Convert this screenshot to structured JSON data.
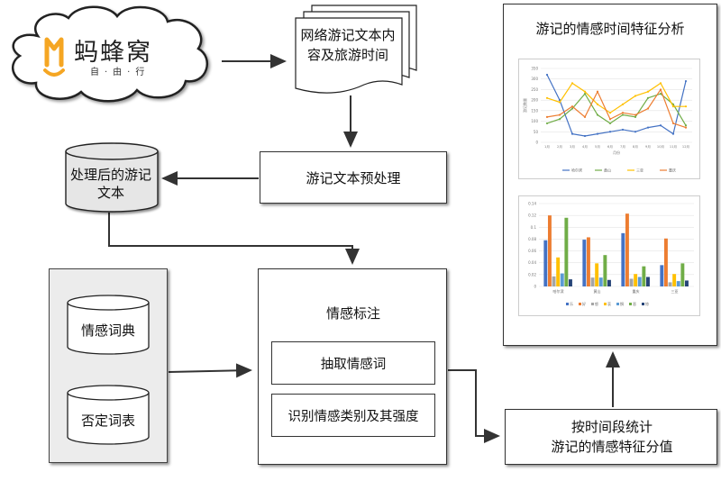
{
  "logo": {
    "brand": "蚂蜂窝",
    "tagline": "自·由·行",
    "brand_color": "#f5a623"
  },
  "documents": {
    "label": "网络游记文本内容及旅游时间"
  },
  "preprocess": {
    "label": "游记文本预处理"
  },
  "processed_db": {
    "label": "处理后的游记文本"
  },
  "lexicon_group": {
    "dict_label": "情感词典",
    "neg_label": "否定词表"
  },
  "annotation": {
    "title": "情感标注",
    "step1": "抽取情感词",
    "step2": "识别情感类别及其强度"
  },
  "stats": {
    "label_line1": "按时间段统计",
    "label_line2": "游记的情感特征分值"
  },
  "analysis_panel": {
    "title": "游记的情感时间特征分析"
  },
  "chart_data": [
    {
      "type": "line",
      "x": [
        "1月",
        "2月",
        "3月",
        "4月",
        "5月",
        "6月",
        "7月",
        "8月",
        "9月",
        "10月",
        "11月",
        "12月"
      ],
      "xlabel": "月份",
      "ylabel": "游记数量",
      "ylim": [
        0,
        350
      ],
      "yticks": [
        "0",
        "50",
        "100",
        "150",
        "200",
        "250",
        "300",
        "350"
      ],
      "series": [
        {
          "name": "哈尔滨",
          "color": "#4472c4",
          "values": [
            320,
            200,
            40,
            30,
            40,
            50,
            60,
            50,
            70,
            80,
            40,
            290
          ]
        },
        {
          "name": "黄山",
          "color": "#70ad47",
          "values": [
            90,
            110,
            160,
            230,
            130,
            90,
            130,
            120,
            210,
            230,
            180,
            80
          ]
        },
        {
          "name": "三亚",
          "color": "#ffc000",
          "values": [
            210,
            190,
            280,
            240,
            180,
            140,
            180,
            220,
            240,
            280,
            170,
            170
          ]
        },
        {
          "name": "重庆",
          "color": "#ed7d31",
          "values": [
            120,
            130,
            170,
            120,
            240,
            110,
            140,
            130,
            160,
            250,
            90,
            70
          ]
        }
      ]
    },
    {
      "type": "bar",
      "categories": [
        "哈尔滨",
        "黄山",
        "重庆",
        "三亚"
      ],
      "ylim": [
        0,
        0.14
      ],
      "yticks": [
        "0",
        "0.02",
        "0.04",
        "0.06",
        "0.08",
        "0.1",
        "0.12",
        "0.14"
      ],
      "series": [
        {
          "name": "乐",
          "color": "#4472c4",
          "values": [
            0.078,
            0.079,
            0.09,
            0.036
          ]
        },
        {
          "name": "好",
          "color": "#ed7d31",
          "values": [
            0.12,
            0.083,
            0.123,
            0.081
          ]
        },
        {
          "name": "怒",
          "color": "#a5a5a5",
          "values": [
            0.017,
            0.015,
            0.013,
            0.007
          ]
        },
        {
          "name": "哀",
          "color": "#ffc000",
          "values": [
            0.049,
            0.039,
            0.021,
            0.021
          ]
        },
        {
          "name": "惧",
          "color": "#5b9bd5",
          "values": [
            0.022,
            0.015,
            0.016,
            0.009
          ]
        },
        {
          "name": "恶",
          "color": "#70ad47",
          "values": [
            0.116,
            0.053,
            0.034,
            0.039
          ]
        },
        {
          "name": "惊",
          "color": "#264478",
          "values": [
            0.012,
            0.011,
            0.016,
            0.01
          ]
        }
      ]
    }
  ]
}
